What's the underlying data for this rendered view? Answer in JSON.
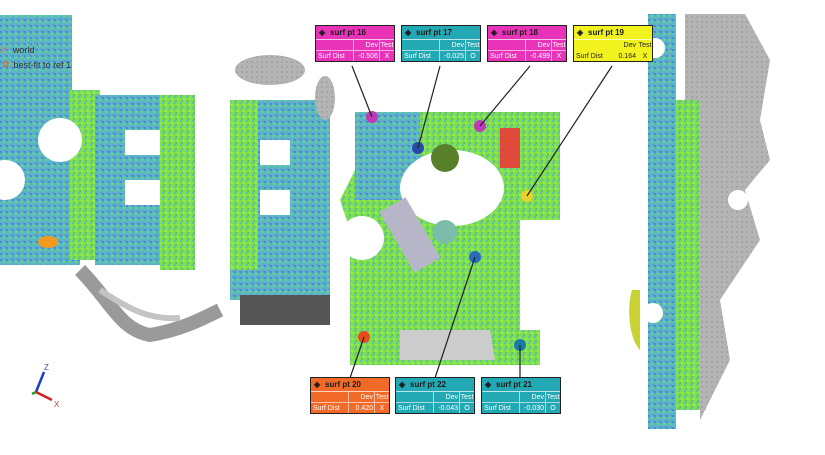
{
  "scene": {
    "legend": [
      {
        "icon": "world-axis-icon",
        "label": "world"
      },
      {
        "icon": "best-fit-icon",
        "label": "best-fit to ref 1"
      }
    ],
    "axis_triad": {
      "z_label": "Z",
      "x_label": "X"
    }
  },
  "annotations": [
    {
      "id": "surf-pt-16",
      "title": "surf pt 16",
      "col_dev": "Dev",
      "col_test": "Test",
      "row_label": "Surf Dist",
      "dev": "-0.506",
      "test": "X",
      "test_icon": "fail-x-icon",
      "color": "#e832b8"
    },
    {
      "id": "surf-pt-17",
      "title": "surf pt 17",
      "col_dev": "Dev",
      "col_test": "Test",
      "row_label": "Surf Dist",
      "dev": "-0.025",
      "test": "O",
      "test_icon": "pass-circle-icon",
      "color": "#22a9b4"
    },
    {
      "id": "surf-pt-18",
      "title": "surf pt 18",
      "col_dev": "Dev",
      "col_test": "Test",
      "row_label": "Surf Dist",
      "dev": "-0.499",
      "test": "X",
      "test_icon": "fail-x-icon",
      "color": "#e832b8"
    },
    {
      "id": "surf-pt-19",
      "title": "surf pt 19",
      "col_dev": "Dev",
      "col_test": "Test",
      "row_label": "Surf Dist",
      "dev": "0.164",
      "test": "X",
      "test_icon": "fail-x-icon",
      "color": "#f2f21e"
    },
    {
      "id": "surf-pt-20",
      "title": "surf pt 20",
      "col_dev": "Dev",
      "col_test": "Test",
      "row_label": "Surf Dist",
      "dev": "0.420",
      "test": "X",
      "test_icon": "fail-x-icon",
      "color": "#f26a28"
    },
    {
      "id": "surf-pt-22",
      "title": "surf pt 22",
      "col_dev": "Dev",
      "col_test": "Test",
      "row_label": "Surf Dist",
      "dev": "-0.043",
      "test": "O",
      "test_icon": "pass-circle-icon",
      "color": "#22a9b4"
    },
    {
      "id": "surf-pt-21",
      "title": "surf pt 21",
      "col_dev": "Dev",
      "col_test": "Test",
      "row_label": "Surf Dist",
      "dev": "-0.030",
      "test": "O",
      "test_icon": "pass-circle-icon",
      "color": "#22a9b4"
    }
  ]
}
